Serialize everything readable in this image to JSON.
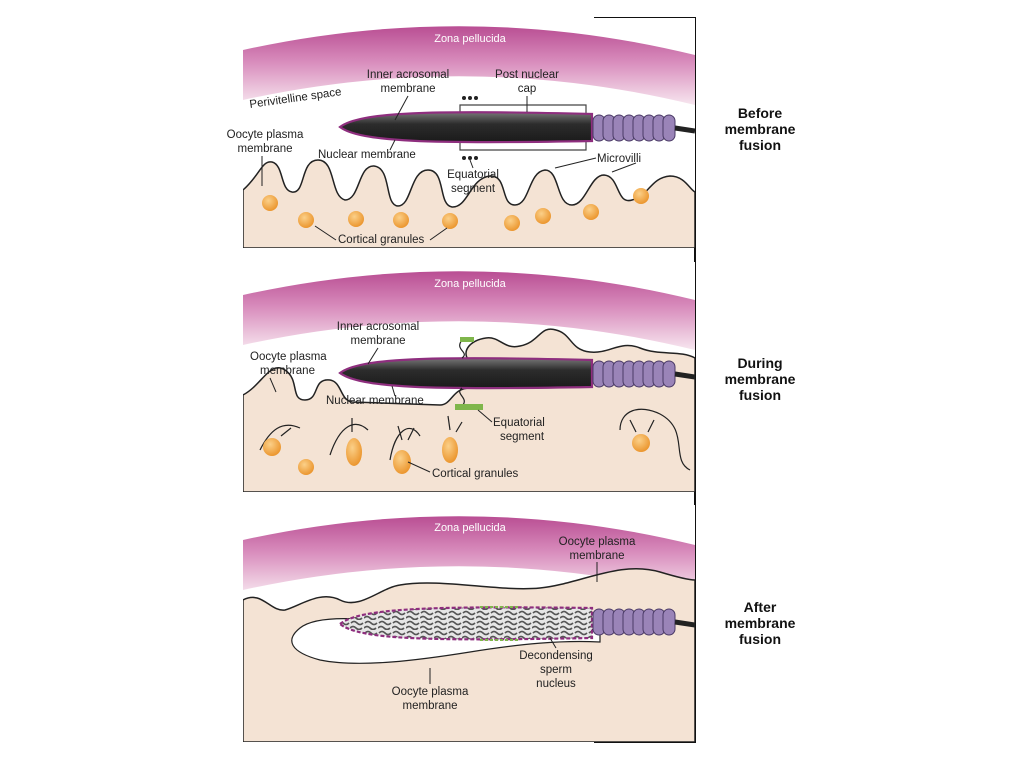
{
  "colors": {
    "zona": "#c86aa6",
    "zona_light": "#f2d9e8",
    "cytoplasm": "#f4e3d4",
    "granule": "#f0a23a",
    "sperm_dark": "#3e3e3e",
    "tail_rings": "#9a84b8",
    "acrosome_outline": "#8e2e7e",
    "equatorial": "#7fb64b"
  },
  "panels": [
    {
      "zona": "Zona pellucida",
      "stage": [
        "Before",
        "membrane",
        "fusion"
      ],
      "labels": {
        "perivitelline": "Perivitelline space",
        "inner_acrosomal": [
          "Inner acrosomal",
          "membrane"
        ],
        "post_nuclear": [
          "Post nuclear",
          "cap"
        ],
        "oocyte_plasma": [
          "Oocyte plasma",
          "membrane"
        ],
        "nuclear": "Nuclear membrane",
        "equatorial": [
          "Equatorial",
          "segment"
        ],
        "microvilli": "Microvilli",
        "cortical": "Cortical granules"
      }
    },
    {
      "zona": "Zona pellucida",
      "stage": [
        "During",
        "membrane",
        "fusion"
      ],
      "labels": {
        "inner_acrosomal": [
          "Inner acrosomal",
          "membrane"
        ],
        "oocyte_plasma": [
          "Oocyte plasma",
          "membrane"
        ],
        "nuclear": "Nuclear membrane",
        "equatorial": [
          "Equatorial",
          "segment"
        ],
        "cortical": "Cortical granules"
      }
    },
    {
      "zona": "Zona pellucida",
      "stage": [
        "After",
        "membrane",
        "fusion"
      ],
      "labels": {
        "oocyte_plasma_top": [
          "Oocyte plasma",
          "membrane"
        ],
        "decondensing": [
          "Decondensing",
          "sperm",
          "nucleus"
        ],
        "oocyte_plasma_bottom": [
          "Oocyte plasma",
          "membrane"
        ]
      }
    }
  ]
}
